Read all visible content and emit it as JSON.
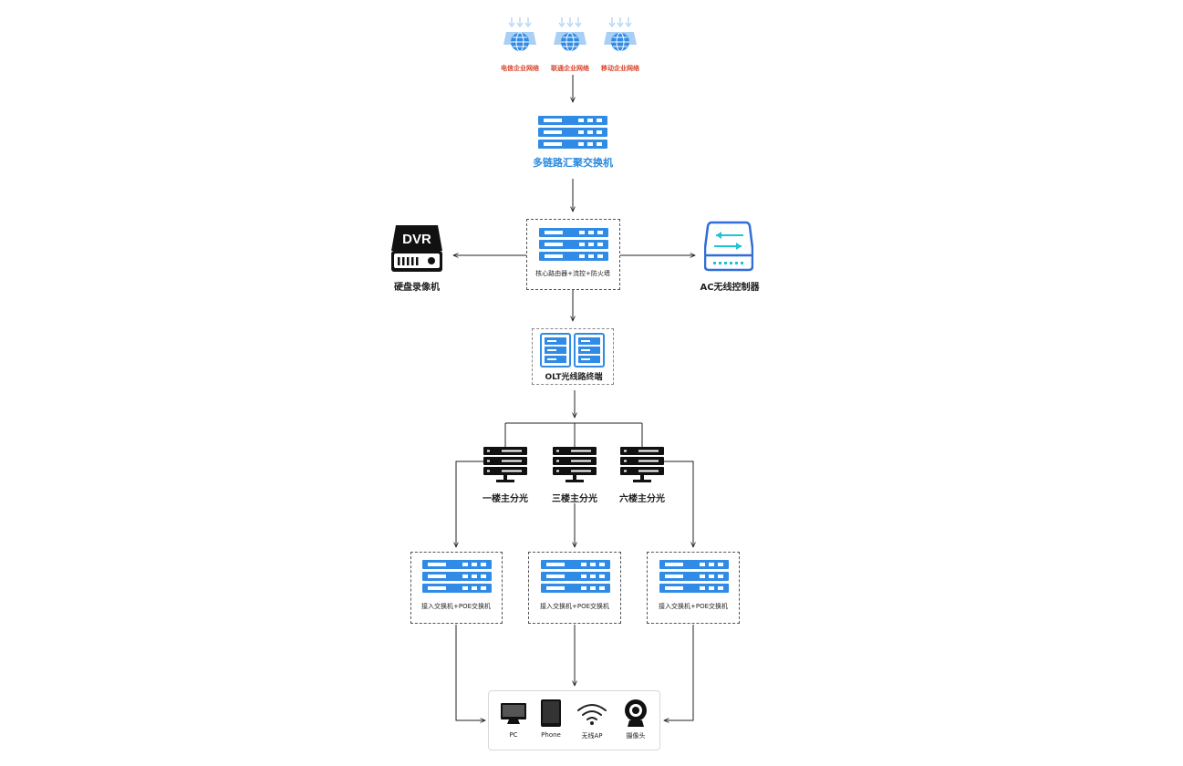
{
  "isp": [
    {
      "label": "电信企业网络",
      "icon": "globe-cloud-icon"
    },
    {
      "label": "联通企业网络",
      "icon": "globe-cloud-icon"
    },
    {
      "label": "移动企业网络",
      "icon": "globe-cloud-icon"
    }
  ],
  "aggregation": {
    "label": "多链路汇聚交换机",
    "icon": "switch-icon"
  },
  "core": {
    "label": "核心路由器+流控+防火墙",
    "icon": "router-icon"
  },
  "dvr": {
    "label": "硬盘录像机",
    "badge": "DVR",
    "icon": "dvr-icon"
  },
  "ac": {
    "label": "AC无线控制器",
    "icon": "ac-controller-icon"
  },
  "olt": {
    "label": "OLT光线路终端",
    "icon": "olt-icon"
  },
  "splitters": [
    {
      "label": "一楼主分光",
      "icon": "splitter-server-icon"
    },
    {
      "label": "三楼主分光",
      "icon": "splitter-server-icon"
    },
    {
      "label": "六楼主分光",
      "icon": "splitter-server-icon"
    }
  ],
  "access": [
    {
      "label": "接入交换机+POE交换机"
    },
    {
      "label": "接入交换机+POE交换机"
    },
    {
      "label": "接入交换机+POE交换机"
    }
  ],
  "endpoints": [
    {
      "label": "PC",
      "icon": "monitor-icon"
    },
    {
      "label": "Phone",
      "icon": "phone-icon"
    },
    {
      "label": "无线AP",
      "icon": "wifi-icon"
    },
    {
      "label": "摄像头",
      "icon": "camera-icon"
    }
  ],
  "colors": {
    "blue": "#2f8be6",
    "lightblue": "#a9cff5",
    "cyan": "#1ec3d6",
    "red": "#d9442c",
    "black": "#111111"
  }
}
